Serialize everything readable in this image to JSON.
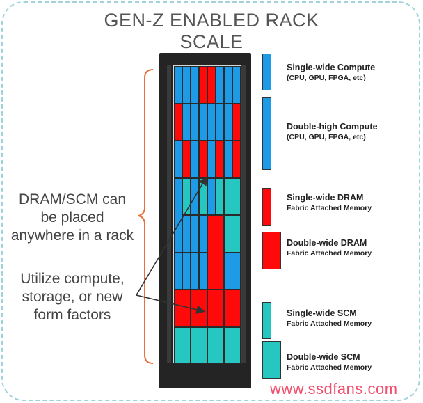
{
  "title_lines": [
    "GEN-Z ENABLED RACK",
    "SCALE"
  ],
  "left_labels": {
    "dram_scm": [
      "DRAM/SCM can",
      "be placed",
      "anywhere in a rack"
    ],
    "utilize": [
      "Utilize compute,",
      "storage, or new",
      "form factors"
    ]
  },
  "legend": [
    {
      "main": "Single-wide Compute",
      "sub": "(CPU, GPU, FPGA, etc)",
      "color": "#1d9be6"
    },
    {
      "main": "Double-high Compute",
      "sub": "(CPU, GPU, FPGA, etc)",
      "color": "#1d9be6"
    },
    {
      "main": "Single-wide DRAM",
      "sub": "Fabric Attached Memory",
      "color": "#ff0a0a"
    },
    {
      "main": "Double-wide DRAM",
      "sub": "Fabric Attached Memory",
      "color": "#ff0a0a"
    },
    {
      "main": "Single-wide SCM",
      "sub": "Fabric Attached Memory",
      "color": "#27c7c1"
    },
    {
      "main": "Double-wide SCM",
      "sub": "Fabric Attached Memory",
      "color": "#27c7c1"
    }
  ],
  "colors": {
    "compute": "#1d9be6",
    "dram": "#ff0a0a",
    "scm": "#27c7c1",
    "bracket": "#e8713a"
  },
  "watermark": "www.ssdfans.com"
}
